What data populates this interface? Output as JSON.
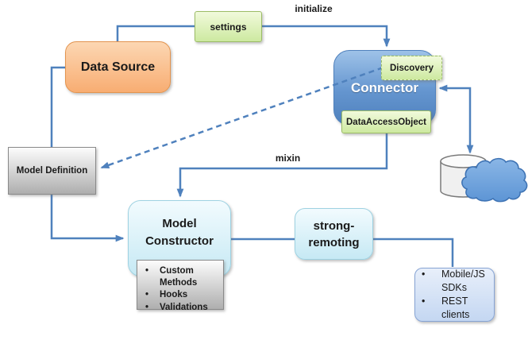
{
  "colors": {
    "arrow": "#4f81bd",
    "data_source_fill_top": "#fcd7b3",
    "data_source_fill_bottom": "#f8ad72",
    "data_source_border": "#e3944f",
    "green_fill_top": "#f1fadc",
    "green_fill_bottom": "#cde9a0",
    "green_border": "#9cbc66",
    "connector_fill_top": "#9ec2e8",
    "connector_fill_bottom": "#4f81bd",
    "connector_border": "#4f81bd",
    "cyan_fill_top": "#f2fbfe",
    "cyan_fill_bottom": "#c6e9f4",
    "cyan_border": "#9ed2e2",
    "gray_fill_top": "#fcfcfc",
    "gray_fill_bottom": "#aeaeae",
    "gray_border": "#8a8a8a",
    "clients_fill_top": "#e8effa",
    "clients_fill_bottom": "#c4d7f2",
    "clients_border": "#87a4d5",
    "cylinder_fill": "#f0f0f0",
    "cylinder_border": "#7a7a7a",
    "cloud_fill": "#6da5de",
    "cloud_border": "#3e73b4"
  },
  "diagram": {
    "labels": {
      "initialize": "initialize",
      "mixin": "mixin"
    },
    "nodes": {
      "data_source": "Data Source",
      "settings": "settings",
      "connector": "Connector",
      "discovery": "Discovery",
      "data_access_object": "DataAccessObject",
      "model_definition": "Model Definition",
      "model_constructor": "Model Constructor",
      "constructor_features": [
        "Custom Methods",
        "Hooks",
        "Validations"
      ],
      "strong_remoting": "strong-remoting",
      "clients": [
        "Mobile/JS SDKs",
        "REST clients"
      ]
    },
    "icons": {
      "database": "database-cylinder-icon",
      "cloud": "cloud-icon"
    }
  }
}
